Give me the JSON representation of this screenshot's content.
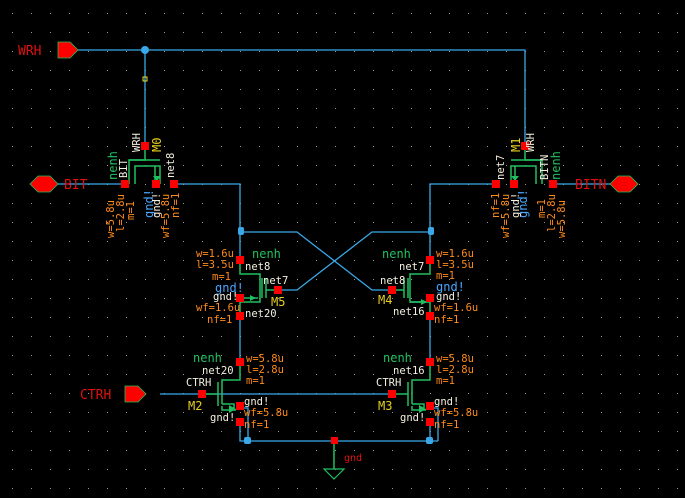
{
  "title": "Schematic editor - sense amplifier",
  "pins": {
    "wrh": "WRH",
    "bit": "BIT",
    "bitn": "BITN",
    "ctrh": "CTRH",
    "gnd": "gnd"
  },
  "colors": {
    "background": "#000000",
    "wire": "#3aa8e8",
    "pin": "#ff0000",
    "device": "#20c060",
    "param": "#ff8a1a",
    "instance": "#e8d020"
  },
  "devices": {
    "m0": {
      "name": "M0",
      "model": "nenh",
      "gate": "WRH",
      "left": "BIT",
      "right": "net8",
      "bulk": "gnd!",
      "w": "w=5.8u",
      "l": "l=2.8u",
      "m": "m=1",
      "wf": "wf=5.8u",
      "nf": "nf=1"
    },
    "m1": {
      "name": "M1",
      "model": "nenh",
      "gate": "WRH",
      "left": "net7",
      "right": "BITN",
      "bulk": "gnd!",
      "w": "w=5.8u",
      "l": "l=2.8u",
      "m": "m=1",
      "wf": "wf=5.8u",
      "nf": "nf=1"
    },
    "m5": {
      "name": "M5",
      "model": "nenh",
      "drain": "net8",
      "gate": "net7",
      "source": "net20",
      "bulk": "gnd!",
      "bulk2": "gnd!",
      "w": "w=1.6u",
      "l": "l=3.5u",
      "m": "m=1",
      "wf": "wf=1.6u",
      "nf": "nf=1"
    },
    "m4": {
      "name": "M4",
      "model": "nenh",
      "drain": "net7",
      "gate": "net8",
      "source": "net16",
      "bulk": "gnd!",
      "bulk2": "gnd!",
      "w": "w=1.6u",
      "l": "l=3.5u",
      "m": "m=1",
      "wf": "wf=1.6u",
      "nf": "nf=1"
    },
    "m2": {
      "name": "M2",
      "model": "nenh",
      "drain": "net20",
      "gate": "CTRH",
      "source": "gnd!",
      "bulk": "gnd!",
      "w": "w=5.8u",
      "l": "l=2.8u",
      "m": "m=1",
      "wf": "wf=5.8u",
      "nf": "nf=1"
    },
    "m3": {
      "name": "M3",
      "model": "nenh",
      "drain": "net16",
      "gate": "CTRH",
      "source": "gnd!",
      "bulk": "gnd!",
      "w": "w=5.8u",
      "l": "l=2.8u",
      "m": "m=1",
      "wf": "wf=5.8u",
      "nf": "nf=1"
    }
  }
}
